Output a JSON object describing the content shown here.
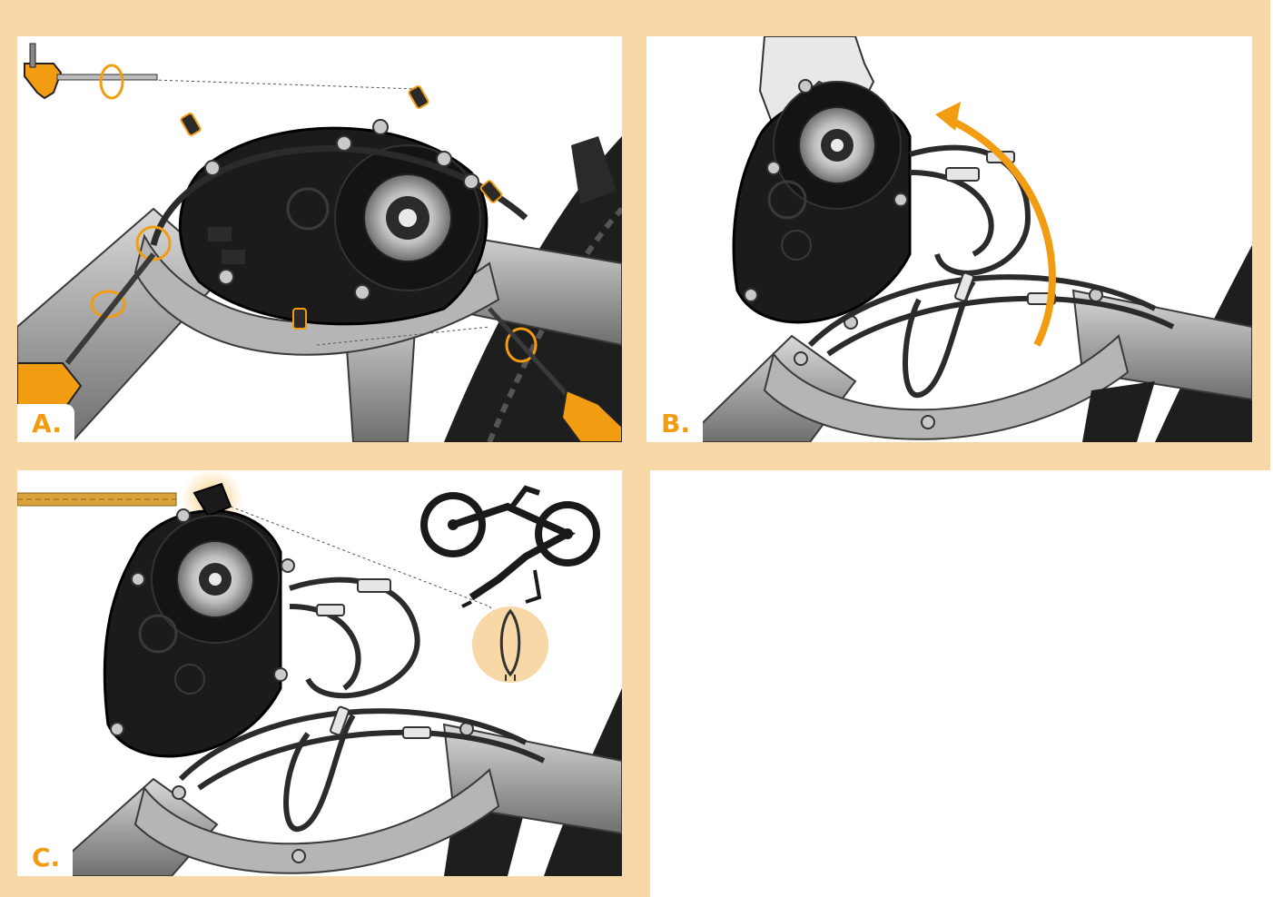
{
  "panels": [
    {
      "label": "A."
    },
    {
      "label": "B."
    },
    {
      "label": "C."
    }
  ],
  "colors": {
    "background": "#f7d8a6",
    "accent": "#f29c11",
    "motor": "#1b1b1b",
    "frame": "#9a9a9a",
    "tire": "#1e1e1e"
  },
  "icons": [
    "t-handle-hex-key-icon",
    "rotate-arrows-icon",
    "screw-icon",
    "motor-icon",
    "bicycle-silhouette-icon",
    "strap-loop-icon",
    "curved-arrow-icon"
  ]
}
